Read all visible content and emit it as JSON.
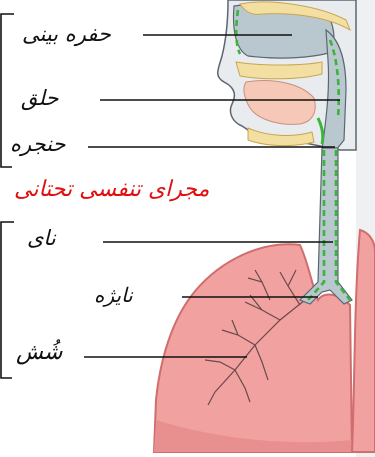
{
  "labels": {
    "nasal_cavity": "حفره بینی",
    "pharynx": "حلق",
    "larynx": "حنجره",
    "lower_tract": "مجرای تنفسی تحتانی",
    "trachea": "نای",
    "bronchus": "نایژه",
    "lung": "شُش"
  },
  "colors": {
    "label_text": "#111111",
    "highlight_text": "#e01010",
    "lung_fill": "#f2a1a1",
    "lung_stroke": "#d06d6d",
    "airway_fill": "#b9c7cf",
    "airway_lining": "#3bb43b",
    "head_outline": "#5c6670",
    "bone": "#f3dfa2",
    "background_panel": "#eef0f2"
  }
}
